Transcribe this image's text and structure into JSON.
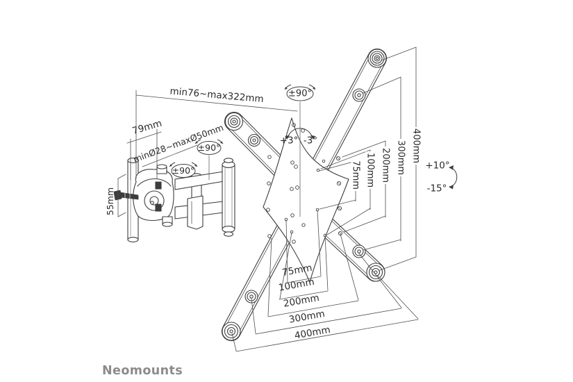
{
  "brand": {
    "logo_text": "Neomounts",
    "logo_color": "#8c8c8c"
  },
  "colors": {
    "line": "#3d3d3d",
    "dim_line": "#4c4c4c",
    "text": "#2b2b2b"
  },
  "dimensions": {
    "arm_extension": "min76~max322mm",
    "wall_offset": "79mm",
    "pole_diameter": "minØ28~maxØ50mm",
    "clamp_height": "55mm",
    "swivel_clamp": "±90°",
    "swivel_elbow": "±90°",
    "swivel_plate": "±90°",
    "level_plus": "+3°",
    "level_minus": "-3°",
    "tilt_up": "+10°",
    "tilt_down": "-15°",
    "vesa_vertical": [
      "75mm",
      "100mm",
      "200mm",
      "300mm",
      "400mm"
    ],
    "vesa_horizontal": [
      "75mm",
      "100mm",
      "200mm",
      "300mm",
      "400mm"
    ]
  }
}
